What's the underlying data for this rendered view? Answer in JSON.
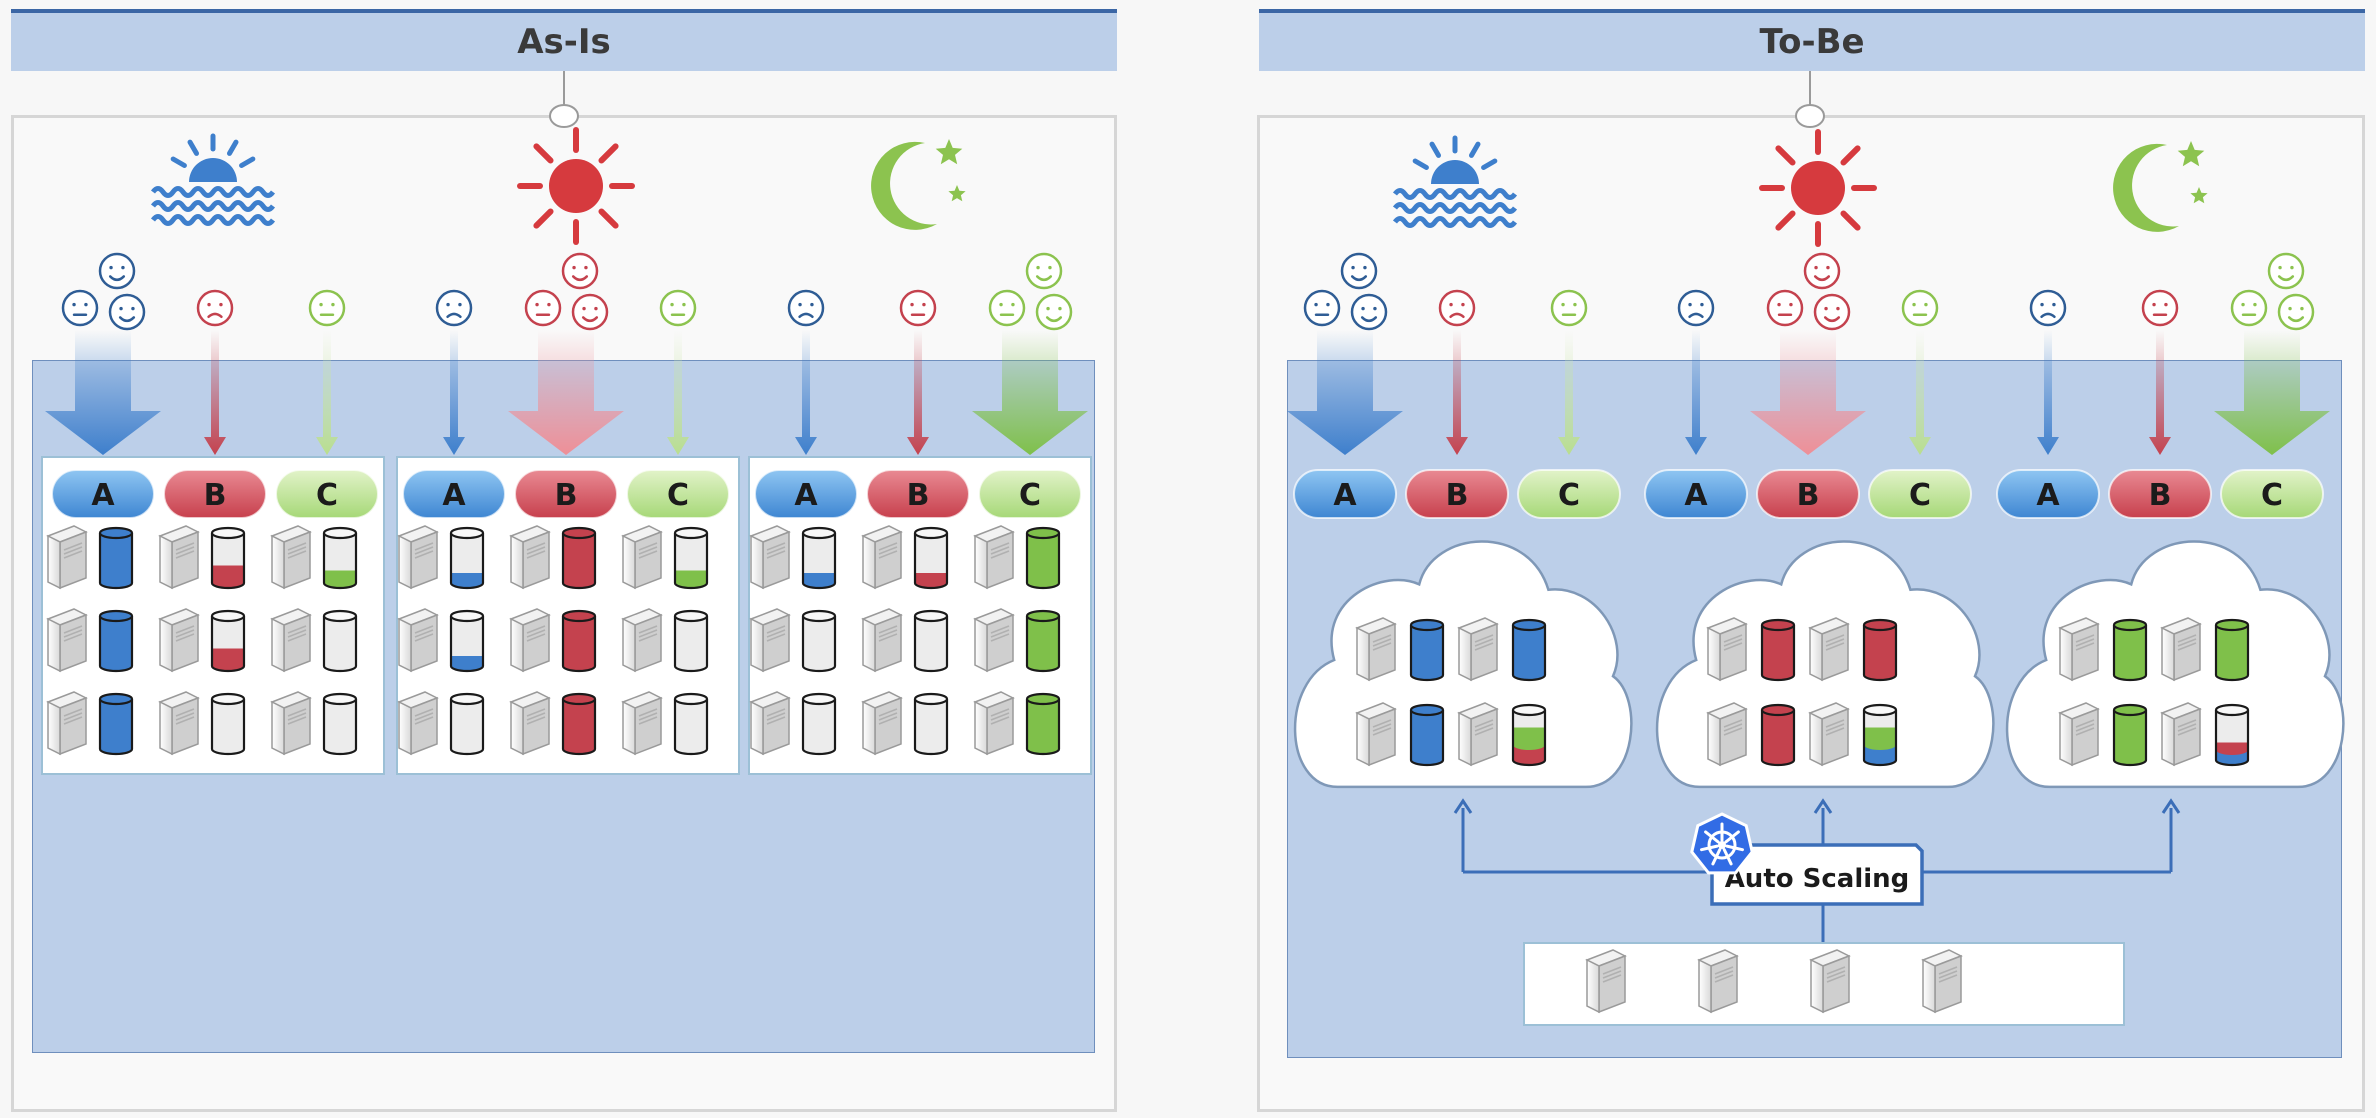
{
  "panels": {
    "as_is": {
      "title": "As-Is"
    },
    "to_be": {
      "title": "To-Be"
    }
  },
  "services": [
    {
      "label": "A",
      "color": "#3e7fcc",
      "light": "#8fc1ef"
    },
    {
      "label": "B",
      "color": "#c4424e",
      "light": "#ee8f97"
    },
    {
      "label": "C",
      "color": "#7fc04a",
      "light": "#cfe9ad"
    }
  ],
  "time_of_day_icons": [
    "sunrise-icon",
    "sun-icon",
    "moon-stars-icon"
  ],
  "periods": [
    {
      "name": "morning",
      "demand": {
        "A": "high",
        "B": "low",
        "C": "low"
      }
    },
    {
      "name": "day",
      "demand": {
        "A": "low",
        "B": "high",
        "C": "low"
      }
    },
    {
      "name": "night",
      "demand": {
        "A": "low",
        "B": "low",
        "C": "high"
      }
    }
  ],
  "as_is_fill_levels": [
    [
      [
        1,
        1,
        1
      ],
      [
        0.35,
        0.35,
        0
      ],
      [
        0.25,
        0,
        0
      ]
    ],
    [
      [
        0.2,
        0.2,
        0
      ],
      [
        1,
        1,
        1
      ],
      [
        0.25,
        0,
        0
      ]
    ],
    [
      [
        0.2,
        0,
        0
      ],
      [
        0.2,
        0,
        0
      ],
      [
        1,
        1,
        1
      ]
    ]
  ],
  "auto_scaling": {
    "label": "Auto Scaling",
    "icon": "kubernetes-icon"
  },
  "spare_server_count": 4,
  "colors": {
    "header_fill": "#bccfe9",
    "header_border": "#3b66a5",
    "area_fill": "#bccfe9",
    "connector": "#3b6eb8",
    "kubernetes": "#326ce5"
  }
}
